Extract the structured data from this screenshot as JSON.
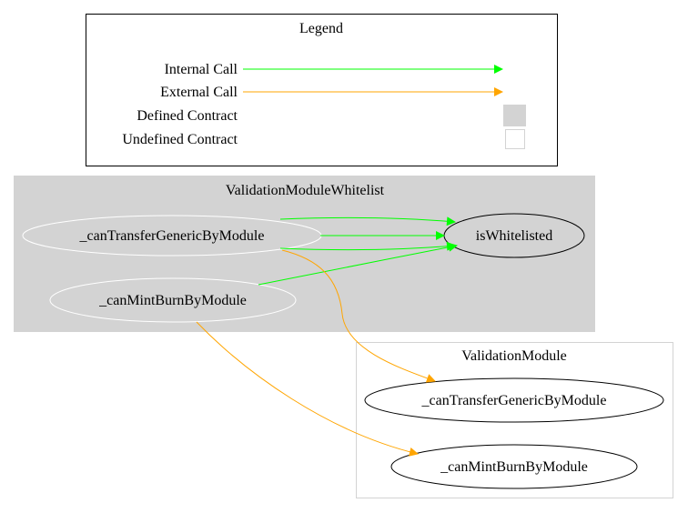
{
  "legend": {
    "title": "Legend",
    "internal_call": "Internal Call",
    "external_call": "External Call",
    "defined_contract": "Defined Contract",
    "undefined_contract": "Undefined Contract"
  },
  "clusters": {
    "whitelist": {
      "title": "ValidationModuleWhitelist",
      "nodes": {
        "can_transfer": "_canTransferGenericByModule",
        "is_whitelisted": "isWhitelisted",
        "can_mint_burn": "_canMintBurnByModule"
      }
    },
    "validation": {
      "title": "ValidationModule",
      "nodes": {
        "can_transfer": "_canTransferGenericByModule",
        "can_mint_burn": "_canMintBurnByModule"
      }
    }
  },
  "colors": {
    "internal_call": "#00ff00",
    "external_call": "#ffa500",
    "defined_contract_fill": "#d3d3d3",
    "undefined_contract_stroke": "#d3d3d3"
  }
}
